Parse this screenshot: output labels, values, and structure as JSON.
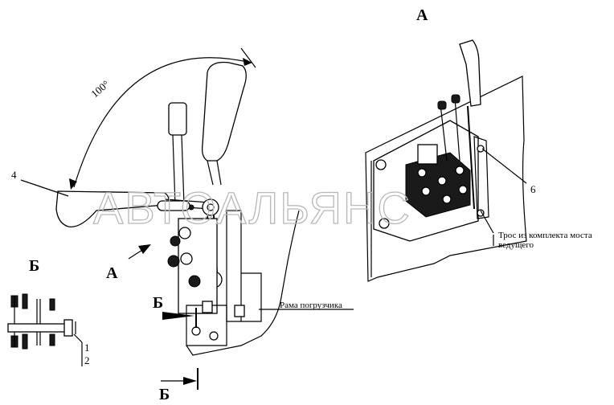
{
  "labels": {
    "view_a_title": "А",
    "view_a_arrow": "А",
    "section_b_title": "Б",
    "section_b_top": "Б",
    "section_b_bottom": "Б",
    "angle": "100°",
    "callout_4": "4",
    "callout_6": "6",
    "callout_1": "1",
    "callout_2": "2",
    "frame_label": "Рама погрузчика",
    "cable_label_line1": "Трос из комплекта моста",
    "cable_label_line2": "ведущего"
  },
  "watermark": "АВТОАЛЬЯНС"
}
